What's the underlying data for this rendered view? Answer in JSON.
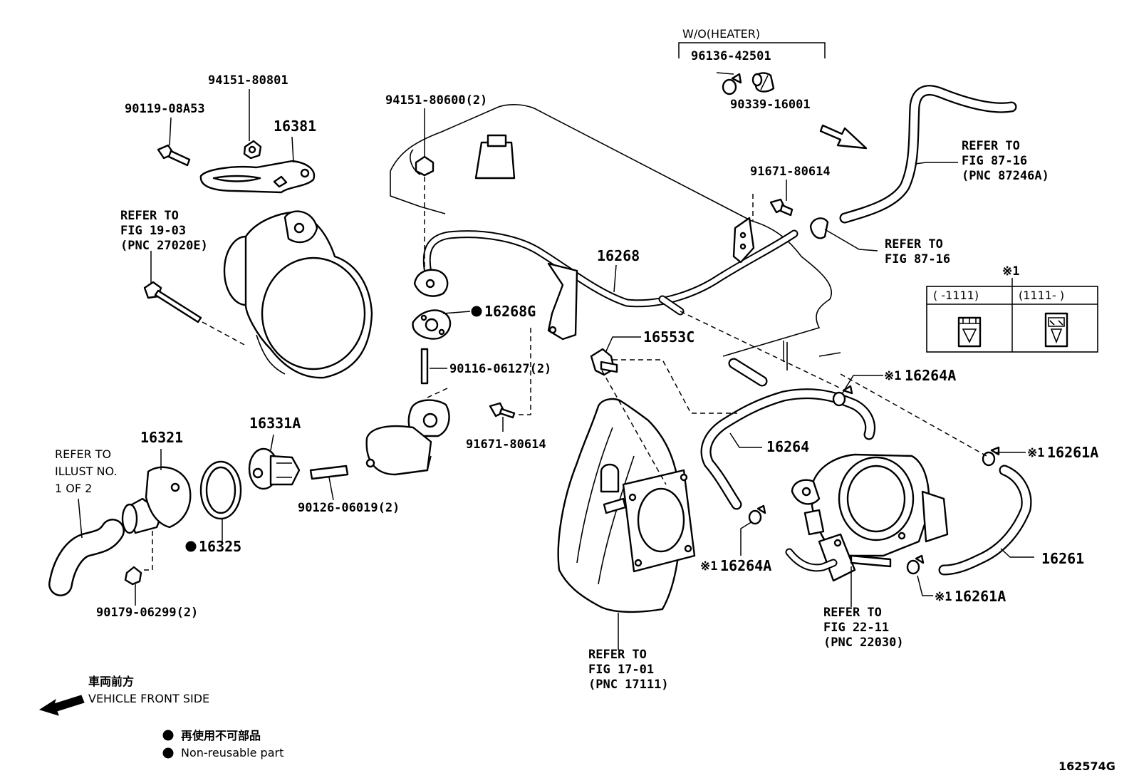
{
  "labels": {
    "wo_heater": "W/O(HEATER)",
    "p_96136": "96136-42501",
    "p_90339": "90339-16001",
    "p_94151_80801": "94151-80801",
    "p_90119": "90119-08A53",
    "p_16381": "16381",
    "p_94151_80600": "94151-80600(2)",
    "p_91671_top": "91671-80614",
    "p_16268": "16268",
    "p_16268g": "16268G",
    "p_90116": "90116-06127(2)",
    "p_16553c": "16553C",
    "p_91671_mid": "91671-80614",
    "p_16264a_top": "16264A",
    "p_16264": "16264",
    "p_16261a_top": "16261A",
    "p_16261": "16261",
    "p_16261a_bot": "16261A",
    "p_16264a_bot": "16264A",
    "p_16331a": "16331A",
    "p_16321": "16321",
    "p_16325": "16325",
    "p_90126": "90126-06019(2)",
    "p_90179": "90179-06299(2)",
    "diagram_id": "162574G"
  },
  "refs": {
    "fig87_16_pnc": [
      "REFER TO",
      "FIG 87-16",
      "(PNC 87246A)"
    ],
    "fig87_16": [
      "REFER TO",
      "FIG 87-16"
    ],
    "fig19_03": [
      "REFER TO",
      "FIG 19-03",
      "(PNC 27020E)"
    ],
    "illust": [
      "REFER TO",
      "ILLUST NO.",
      "1 OF 2"
    ],
    "fig17_01": [
      "REFER TO",
      "FIG 17-01",
      "(PNC 17111)"
    ],
    "fig22_11": [
      "REFER TO",
      "FIG 22-11",
      "(PNC 22030)"
    ]
  },
  "marks": {
    "ref_mark": "※1",
    "prefix": "※1",
    "date_before": "(    -1111)",
    "date_after": "(1111-    )"
  },
  "legend": {
    "front_jp": "車両前方",
    "front_en": "VEHICLE FRONT SIDE",
    "nonreuse_jp": "再使用不可部品",
    "nonreuse_en": "Non-reusable part"
  }
}
